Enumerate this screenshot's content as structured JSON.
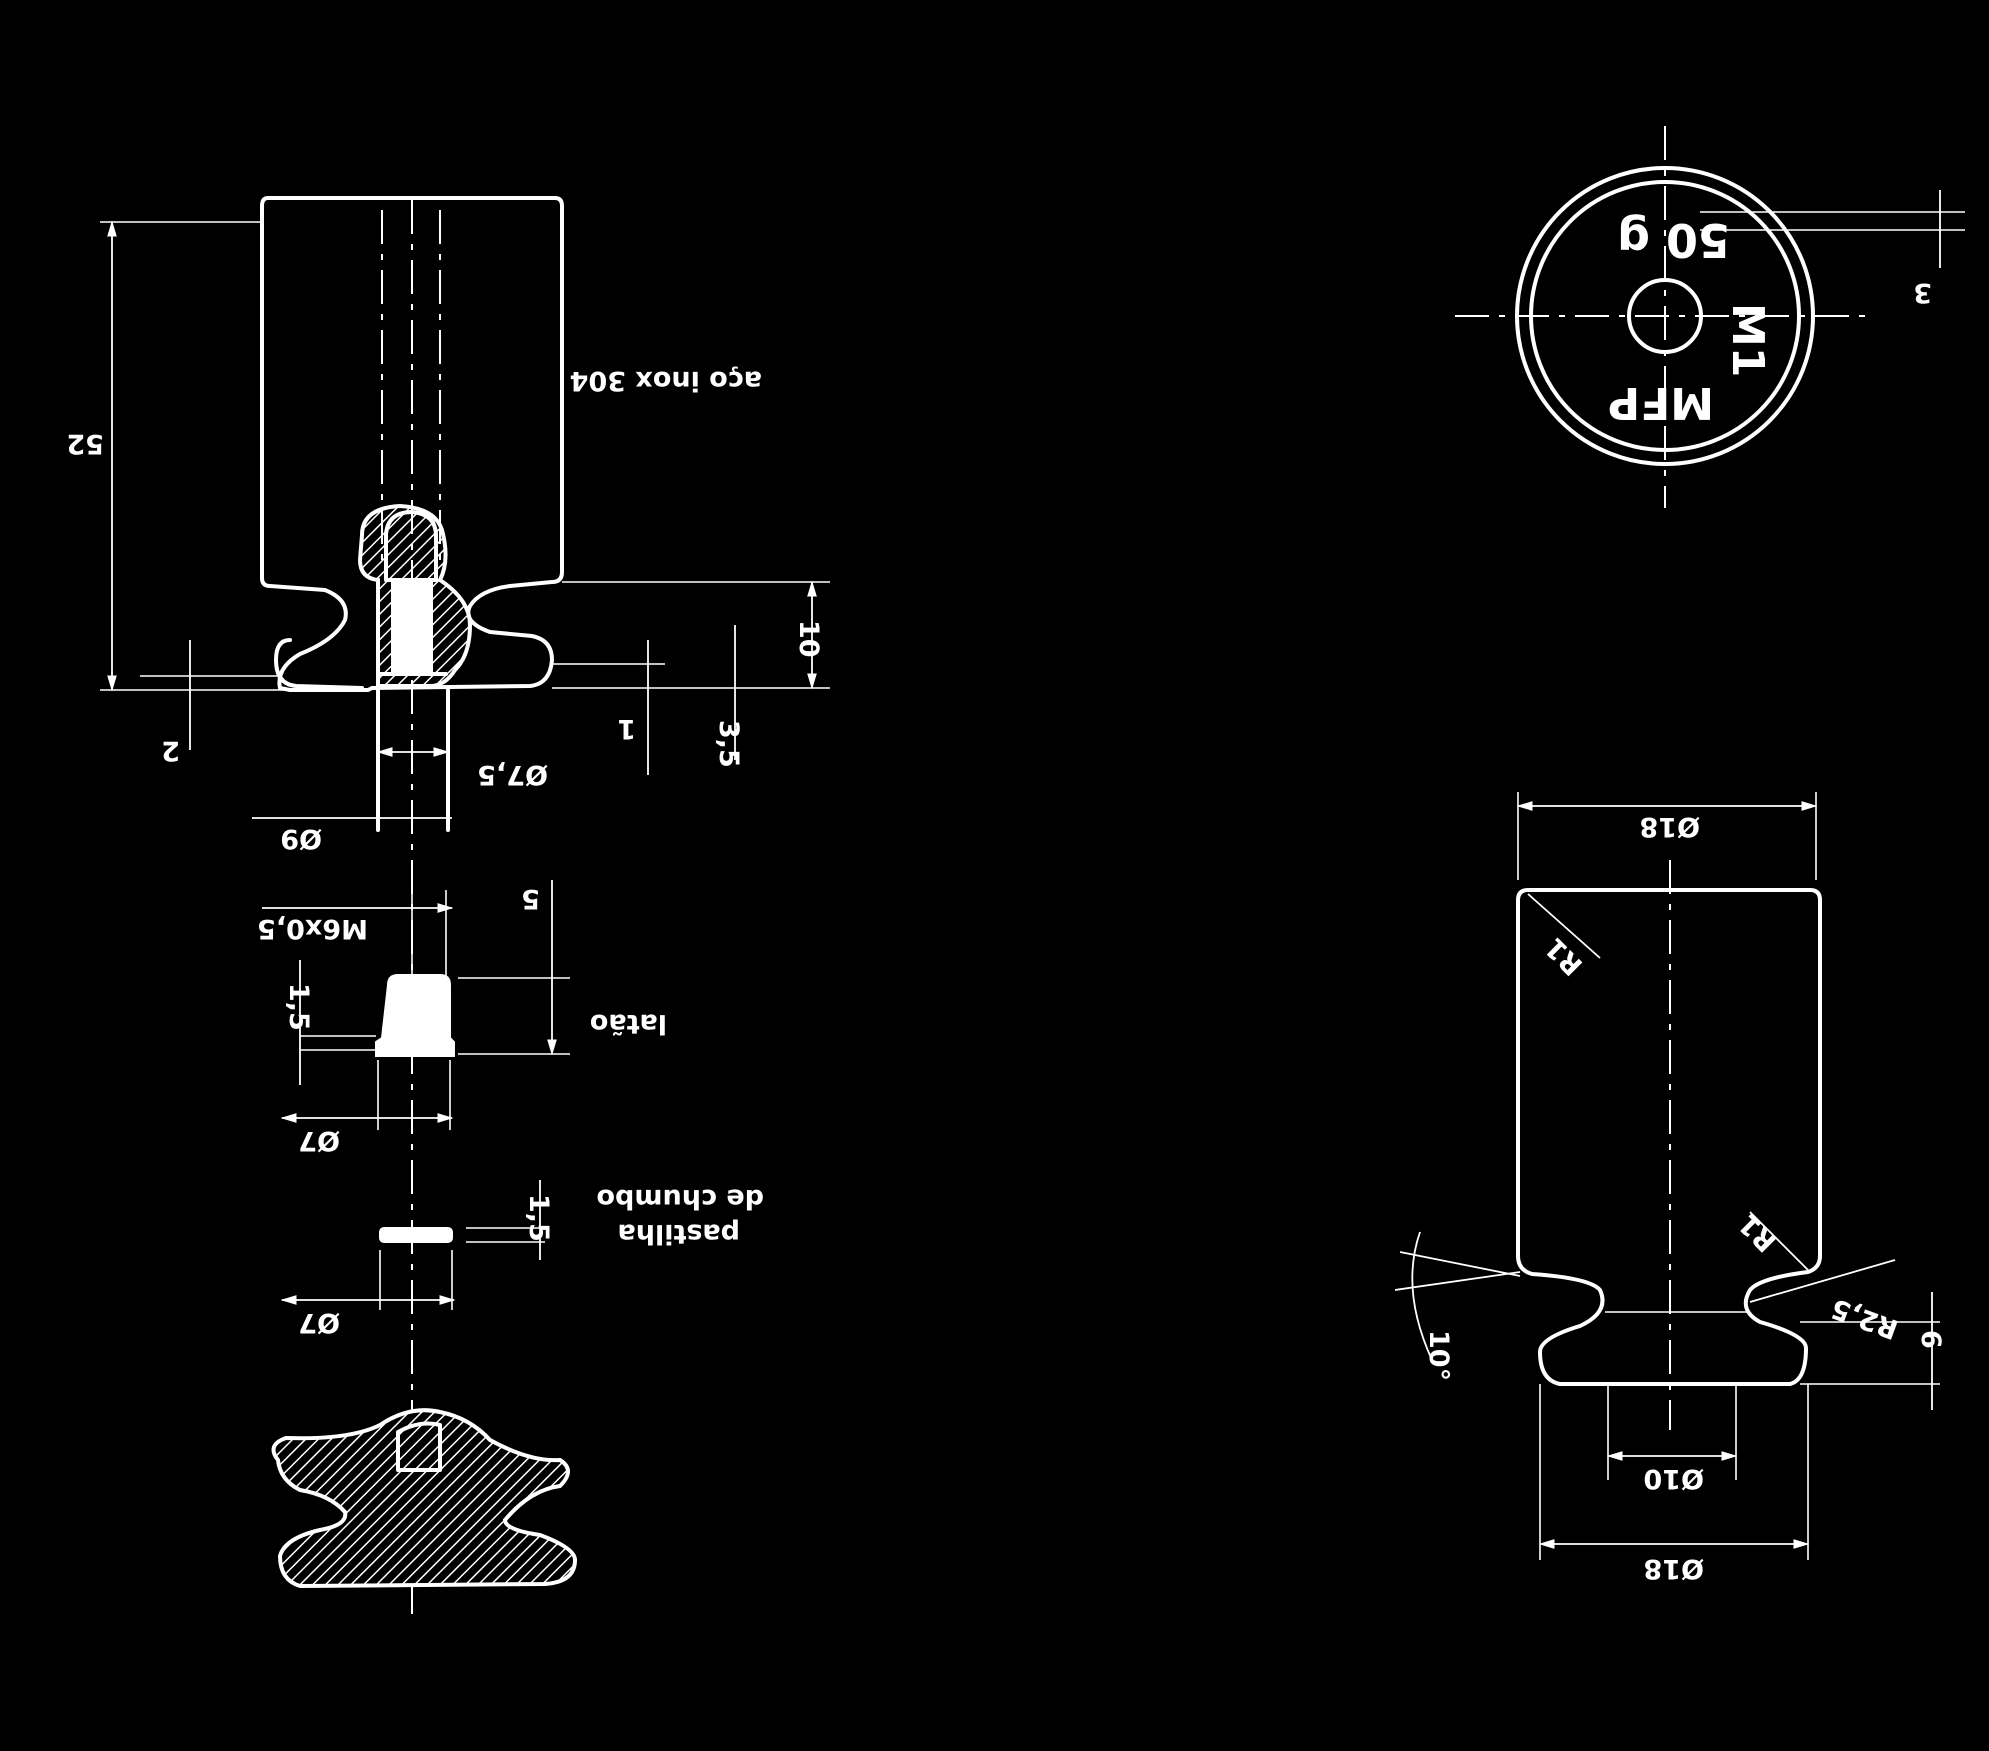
{
  "drawing": {
    "section_view": {
      "material_body": "aço inox 304",
      "material_insert": "latão",
      "material_pellet_line1": "de chumbo",
      "material_pellet_line2": "pastilha",
      "dim_height": "52",
      "dim_base": "10",
      "dim_2": "2",
      "dim_1": "1",
      "dim_3_5": "3,5",
      "dim_dia_7_5": "Ø7,5",
      "dim_dia_9": "Ø9",
      "dim_thread": "M6x0,5",
      "dim_5": "5",
      "dim_1_5_insert": "1,5",
      "dim_dia_7_insert": "Ø7",
      "dim_1_5_pellet": "1,5",
      "dim_dia_7_pellet": "Ø7"
    },
    "top_view": {
      "marking_mass": "50 g",
      "marking_grade": "M1",
      "marking_brand": "MFP",
      "dim_3": "3"
    },
    "elevation_view": {
      "dim_dia_18_top": "Ø18",
      "dim_dia_18_bottom": "Ø18",
      "dim_dia_10": "Ø10",
      "dim_r1_top": "R1",
      "dim_r1_bottom": "R1",
      "dim_r2_5": "R2,5",
      "dim_6": "6",
      "dim_angle": "10°"
    }
  }
}
